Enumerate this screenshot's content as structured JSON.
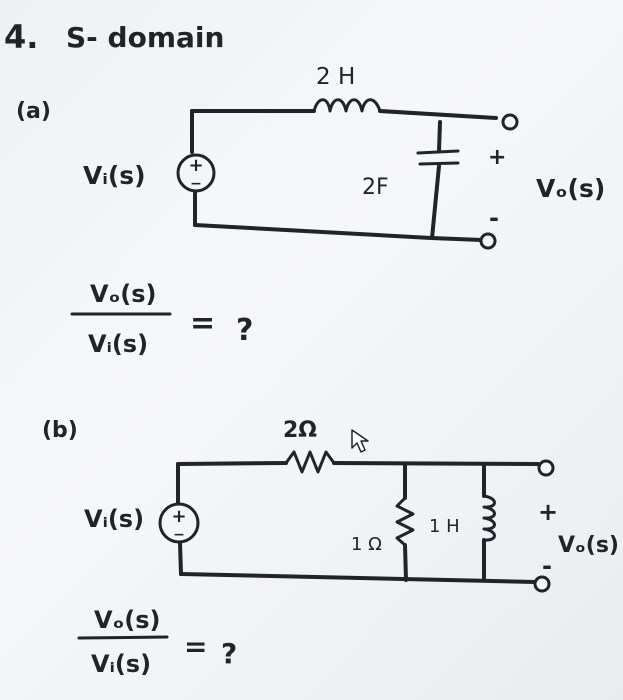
{
  "header": {
    "problem_number": "4.",
    "title": "S- domain"
  },
  "part_a": {
    "label": "(a)",
    "source_label": "Vᵢ(s)",
    "source_sign": "+",
    "source_minus": "−",
    "inductor_label": "2 H",
    "capacitor_label": "2F",
    "output_plus": "+",
    "output_minus": "-",
    "output_label": "Vₒ(s)",
    "tf_numerator": "Vₒ(s)",
    "tf_denominator": "Vᵢ(s)",
    "tf_equals": "=",
    "tf_question": "?"
  },
  "part_b": {
    "label": "(b)",
    "source_label": "Vᵢ(s)",
    "source_sign": "+",
    "source_minus": "−",
    "series_resistor_label": "2Ω",
    "shunt_resistor_label": "1 Ω",
    "inductor_label": "1 H",
    "output_plus": "+",
    "output_minus": "-",
    "output_label": "Vₒ(s)",
    "tf_numerator": "Vₒ(s)",
    "tf_denominator": "Vᵢ(s)",
    "tf_equals": "=",
    "tf_question": "?"
  }
}
